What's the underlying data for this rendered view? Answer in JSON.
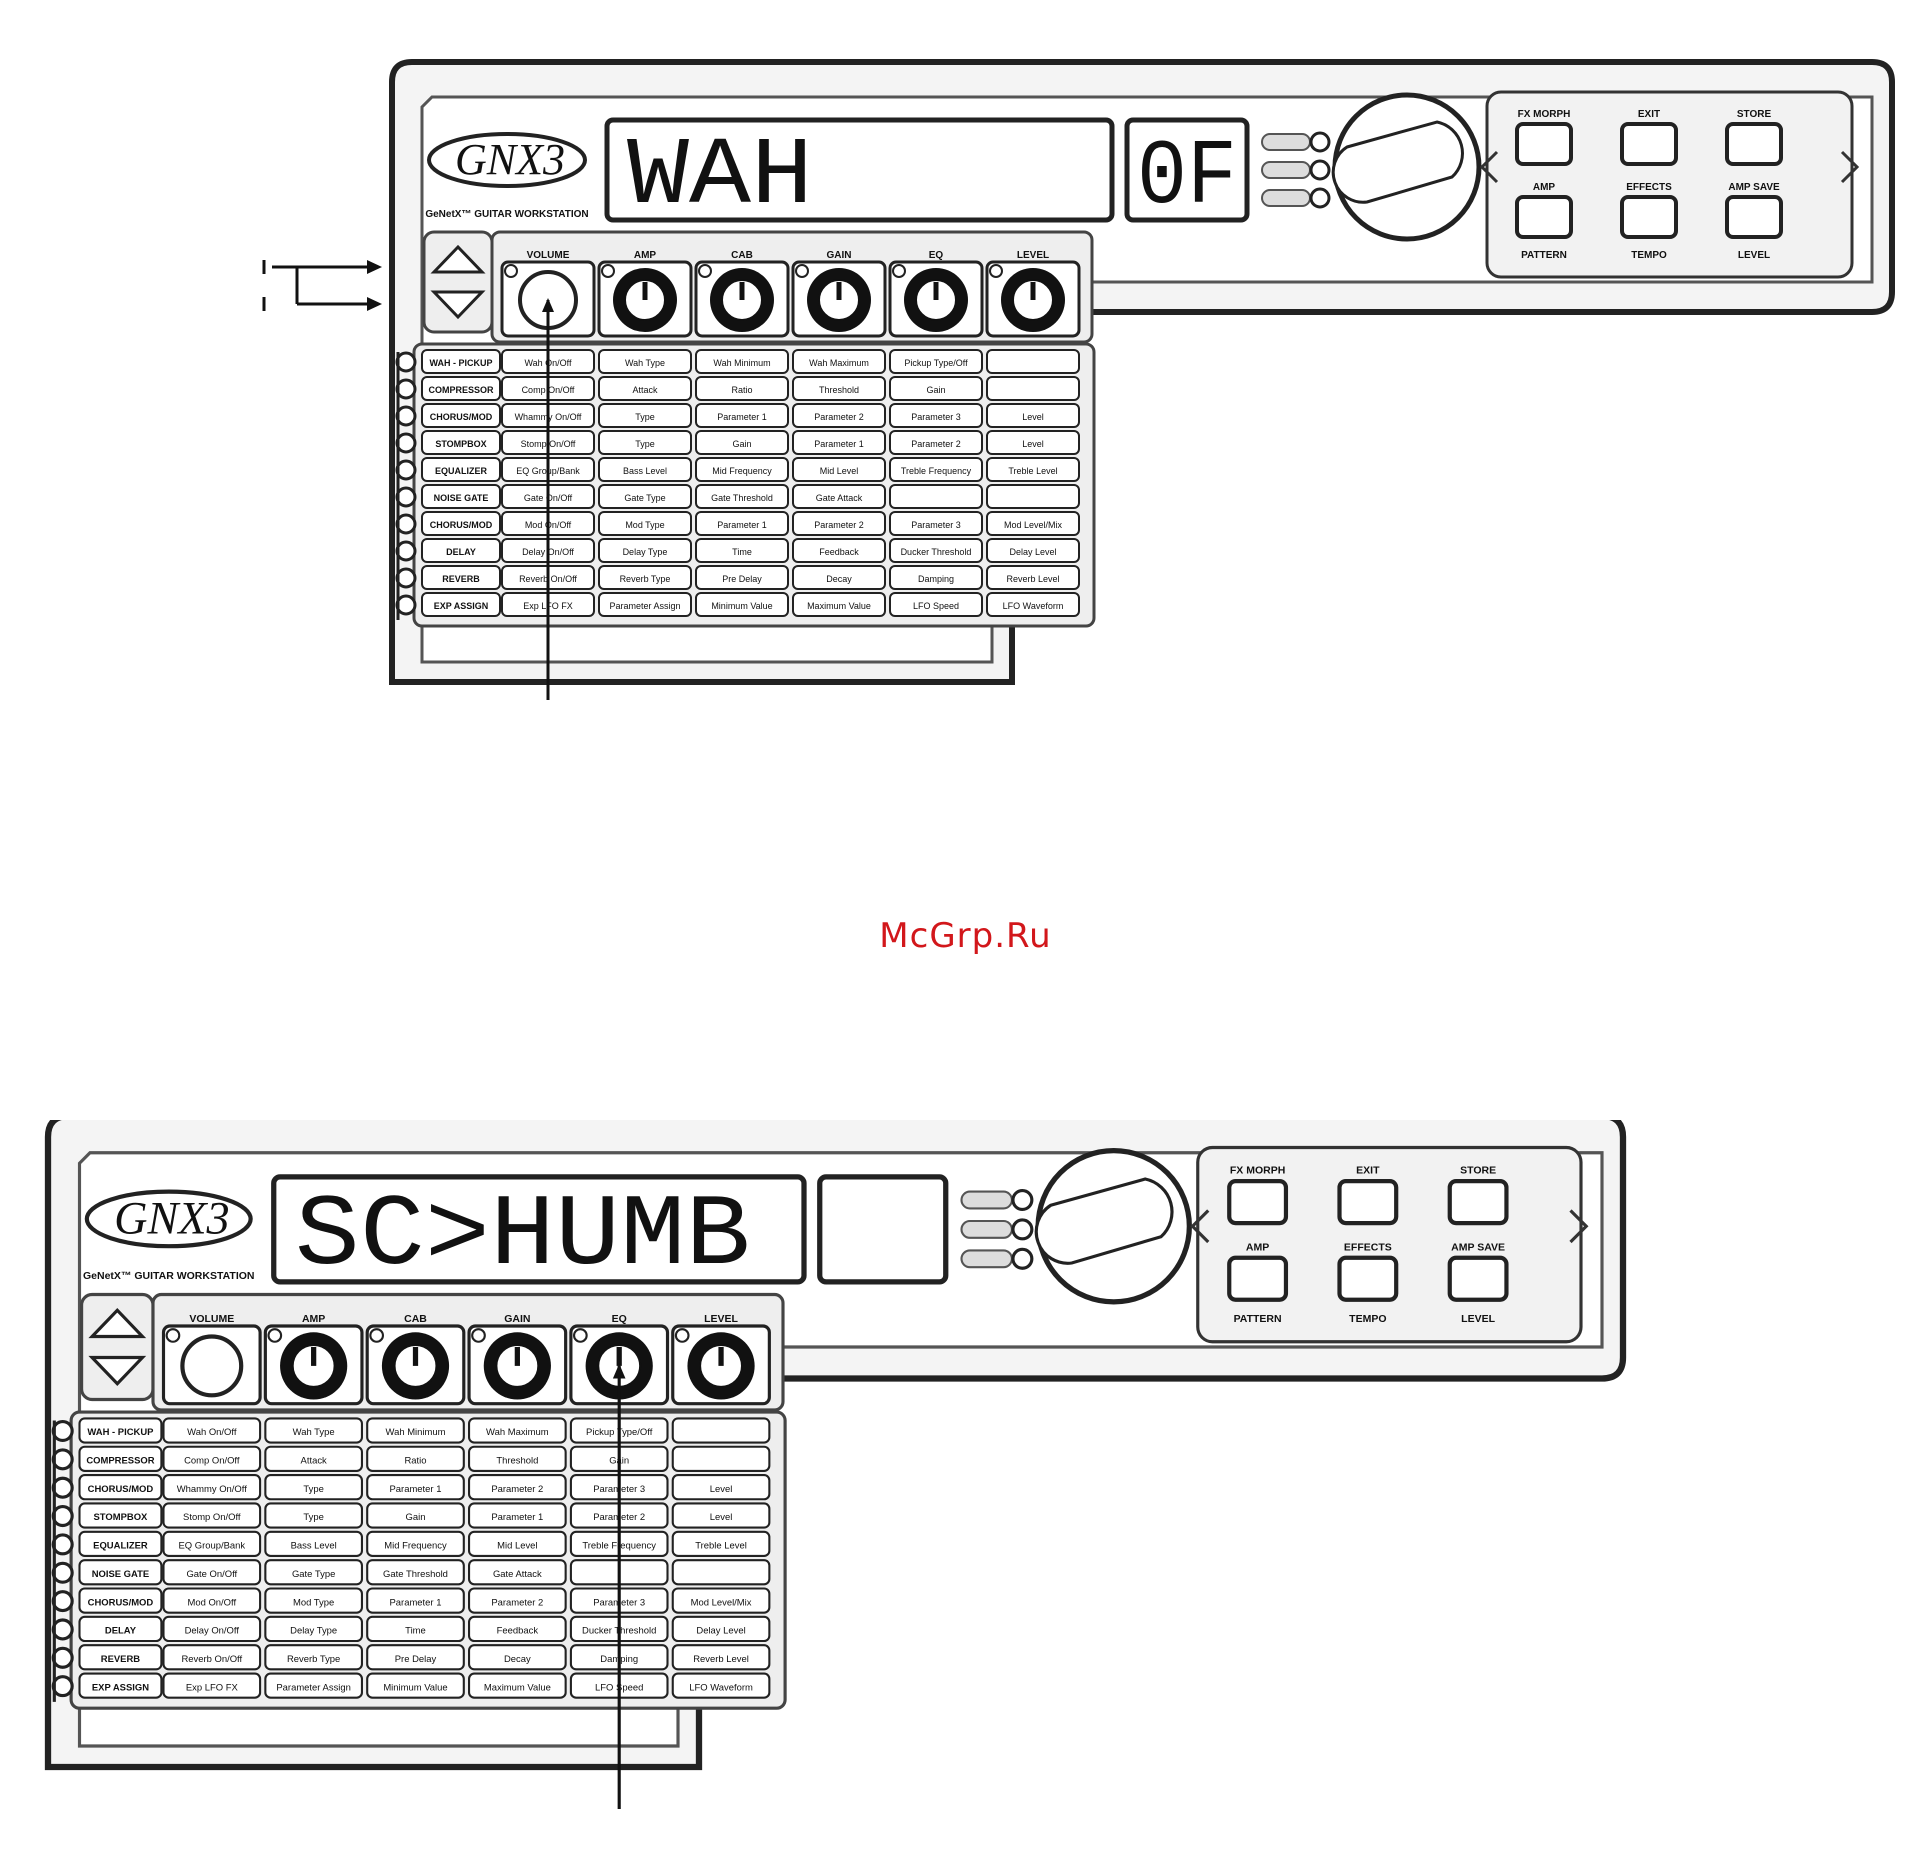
{
  "watermark": "McGrp.Ru",
  "units": [
    {
      "logo": "GNX3",
      "subtitle": "GeNetX™ GUITAR WORKSTATION",
      "display_text": "WAH",
      "segment_text": "0F",
      "knob_labels": [
        "VOLUME",
        "AMP",
        "CAB",
        "GAIN",
        "EQ",
        "LEVEL"
      ],
      "row_labels": [
        "WAH - PICKUP",
        "COMPRESSOR",
        "CHORUS/MOD",
        "STOMPBOX",
        "EQUALIZER",
        "NOISE GATE",
        "CHORUS/MOD",
        "DELAY",
        "REVERB",
        "EXP ASSIGN"
      ],
      "grid": [
        [
          "Wah On/Off",
          "Wah Type",
          "Wah Minimum",
          "Wah Maximum",
          "Pickup Type/Off",
          ""
        ],
        [
          "Comp On/Off",
          "Attack",
          "Ratio",
          "Threshold",
          "Gain",
          ""
        ],
        [
          "Whammy On/Off",
          "Type",
          "Parameter 1",
          "Parameter 2",
          "Parameter 3",
          "Level"
        ],
        [
          "Stomp On/Off",
          "Type",
          "Gain",
          "Parameter 1",
          "Parameter 2",
          "Level"
        ],
        [
          "EQ Group/Bank",
          "Bass Level",
          "Mid Frequency",
          "Mid Level",
          "Treble Frequency",
          "Treble Level"
        ],
        [
          "Gate On/Off",
          "Gate Type",
          "Gate Threshold",
          "Gate Attack",
          "",
          ""
        ],
        [
          "Mod On/Off",
          "Mod Type",
          "Parameter 1",
          "Parameter 2",
          "Parameter 3",
          "Mod Level/Mix"
        ],
        [
          "Delay On/Off",
          "Delay Type",
          "Time",
          "Feedback",
          "Ducker Threshold",
          "Delay Level"
        ],
        [
          "Reverb On/Off",
          "Reverb Type",
          "Pre Delay",
          "Decay",
          "Damping",
          "Reverb Level"
        ],
        [
          "Exp LFO FX",
          "Parameter Assign",
          "Minimum Value",
          "Maximum Value",
          "LFO Speed",
          "LFO Waveform"
        ]
      ],
      "button_labels_top": [
        "FX MORPH",
        "EXIT",
        "STORE"
      ],
      "button_labels_mid": [
        "AMP",
        "EFFECTS",
        "AMP SAVE"
      ],
      "button_labels_bottom": [
        "PATTERN",
        "TEMPO",
        "LEVEL"
      ]
    },
    {
      "logo": "GNX3",
      "subtitle": "GeNetX™ GUITAR WORKSTATION",
      "display_text": "SC>HUMB",
      "segment_text": "",
      "knob_labels": [
        "VOLUME",
        "AMP",
        "CAB",
        "GAIN",
        "EQ",
        "LEVEL"
      ],
      "row_labels": [
        "WAH - PICKUP",
        "COMPRESSOR",
        "CHORUS/MOD",
        "STOMPBOX",
        "EQUALIZER",
        "NOISE GATE",
        "CHORUS/MOD",
        "DELAY",
        "REVERB",
        "EXP ASSIGN"
      ],
      "grid": [
        [
          "Wah On/Off",
          "Wah Type",
          "Wah Minimum",
          "Wah Maximum",
          "Pickup Type/Off",
          ""
        ],
        [
          "Comp On/Off",
          "Attack",
          "Ratio",
          "Threshold",
          "Gain",
          ""
        ],
        [
          "Whammy On/Off",
          "Type",
          "Parameter 1",
          "Parameter 2",
          "Parameter 3",
          "Level"
        ],
        [
          "Stomp On/Off",
          "Type",
          "Gain",
          "Parameter 1",
          "Parameter 2",
          "Level"
        ],
        [
          "EQ Group/Bank",
          "Bass Level",
          "Mid Frequency",
          "Mid Level",
          "Treble Frequency",
          "Treble Level"
        ],
        [
          "Gate On/Off",
          "Gate Type",
          "Gate Threshold",
          "Gate Attack",
          "",
          ""
        ],
        [
          "Mod On/Off",
          "Mod Type",
          "Parameter 1",
          "Parameter 2",
          "Parameter 3",
          "Mod Level/Mix"
        ],
        [
          "Delay On/Off",
          "Delay Type",
          "Time",
          "Feedback",
          "Ducker Threshold",
          "Delay Level"
        ],
        [
          "Reverb On/Off",
          "Reverb Type",
          "Pre Delay",
          "Decay",
          "Damping",
          "Reverb Level"
        ],
        [
          "Exp LFO FX",
          "Parameter Assign",
          "Minimum Value",
          "Maximum Value",
          "LFO Speed",
          "LFO Waveform"
        ]
      ],
      "button_labels_top": [
        "FX MORPH",
        "EXIT",
        "STORE"
      ],
      "button_labels_mid": [
        "AMP",
        "EFFECTS",
        "AMP SAVE"
      ],
      "button_labels_bottom": [
        "PATTERN",
        "TEMPO",
        "LEVEL"
      ]
    }
  ]
}
